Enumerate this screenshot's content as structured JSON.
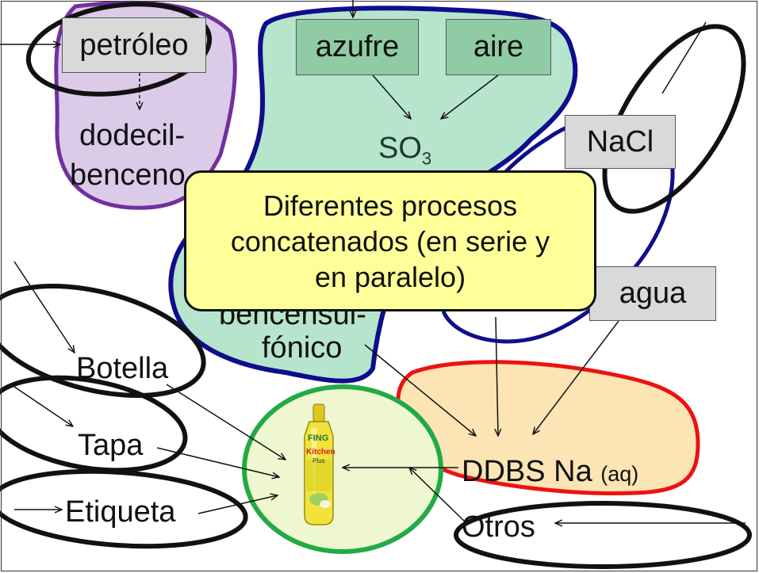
{
  "inputs": {
    "petroleo": "petróleo",
    "azufre": "azufre",
    "aire": "aire",
    "nacl": "NaCl",
    "agua": "agua"
  },
  "intermediates": {
    "dodecil_line1": "dodecil-",
    "dodecil_line2": "benceno",
    "so3_base": "SO",
    "so3_sub": "3",
    "sulfonic_line1": "bencensul-",
    "sulfonic_line2": "fónico",
    "ddbs_main": "DDBS Na",
    "ddbs_suffix": "(aq)"
  },
  "components": {
    "botella": "Botella",
    "tapa": "Tapa",
    "etiqueta": "Etiqueta",
    "otros": "Otros"
  },
  "product": {
    "brand": "FING",
    "name1": "Kitchen",
    "name2": "Plus"
  },
  "callout": {
    "line1": "Diferentes procesos",
    "line2": "concatenados (en serie y",
    "line3": "en paralelo)"
  },
  "colors": {
    "purple_region": "#dccbe8",
    "purple_border": "#7030a0",
    "teal_region": "#b7e4cc",
    "blue_border": "#0e0e8c",
    "orange_region": "#fce4b4",
    "red_border": "#ee1111",
    "green_region": "#eef7d0",
    "green_border": "#22aa44",
    "callout_fill": "#ffff99",
    "input_box": "#d9d9d9",
    "sulfur_box": "#8fcca6"
  }
}
